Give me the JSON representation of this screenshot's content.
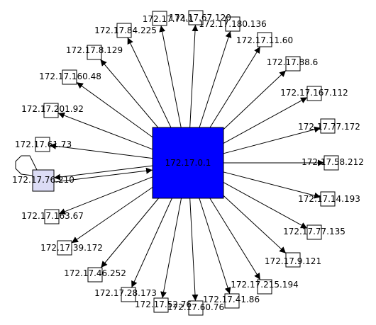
{
  "center": {
    "label": "172.17.0.1",
    "color": "#0000ff"
  },
  "peers": [
    {
      "label": "172.17.74.1"
    },
    {
      "label": "172.17.67.120"
    },
    {
      "label": "172.17.180.136"
    },
    {
      "label": "172.17.11.60"
    },
    {
      "label": "172.17.88.6"
    },
    {
      "label": "172.17.167.112"
    },
    {
      "label": "172.17.77.172"
    },
    {
      "label": "172.17.58.212"
    },
    {
      "label": "172.17.14.193"
    },
    {
      "label": "172.17.77.135"
    },
    {
      "label": "172.17.9.121"
    },
    {
      "label": "172.17.215.194"
    },
    {
      "label": "172.17.41.86"
    },
    {
      "label": "172.17.60.76"
    },
    {
      "label": "172.17.52.76"
    },
    {
      "label": "172.17.28.173"
    },
    {
      "label": "172.17.46.252"
    },
    {
      "label": "172.17.39.172"
    },
    {
      "label": "172.17.163.67"
    },
    {
      "label": "172.17.76.210",
      "color": "#dcdcf5",
      "bidirectional": true,
      "self_loop": true
    },
    {
      "label": "172.17.61.73"
    },
    {
      "label": "172.17.201.92"
    },
    {
      "label": "172.17.160.48"
    },
    {
      "label": "172.17.8.129"
    },
    {
      "label": "172.17.84.225"
    }
  ]
}
